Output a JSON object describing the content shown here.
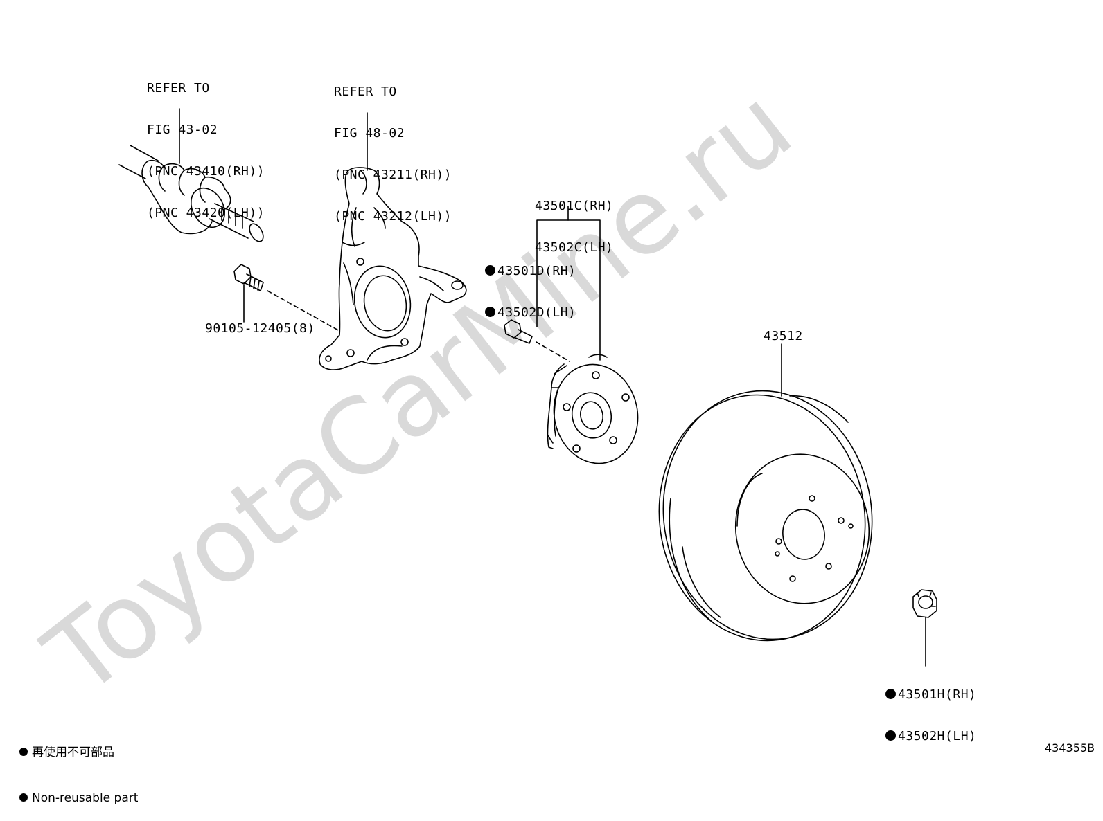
{
  "watermark": {
    "text": "ToyotaCarMine.ru",
    "color": "#d9d9d9"
  },
  "callouts": {
    "driveshaft": {
      "line1": "REFER TO",
      "line2": "FIG 43-02",
      "line3": "(PNC 43410(RH))",
      "line4": "(PNC 43420(LH))"
    },
    "knuckle": {
      "line1": "REFER TO",
      "line2": "FIG 48-02",
      "line3": "(PNC 43211(RH))",
      "line4": "(PNC 43212(LH))"
    },
    "knuckle_bolt": "90105-12405(8)",
    "hub": {
      "line1": "43501C(RH)",
      "line2": "43502C(LH)"
    },
    "hub_bolt": {
      "line1": "43501D(RH)",
      "line2": "43502D(LH)"
    },
    "disc": "43512",
    "nut": {
      "line1": "43501H(RH)",
      "line2": "43502H(LH)"
    }
  },
  "legend": {
    "line_jp": "再使用不可部品",
    "line_en": "Non-reusable part"
  },
  "figure_code": "434355B"
}
